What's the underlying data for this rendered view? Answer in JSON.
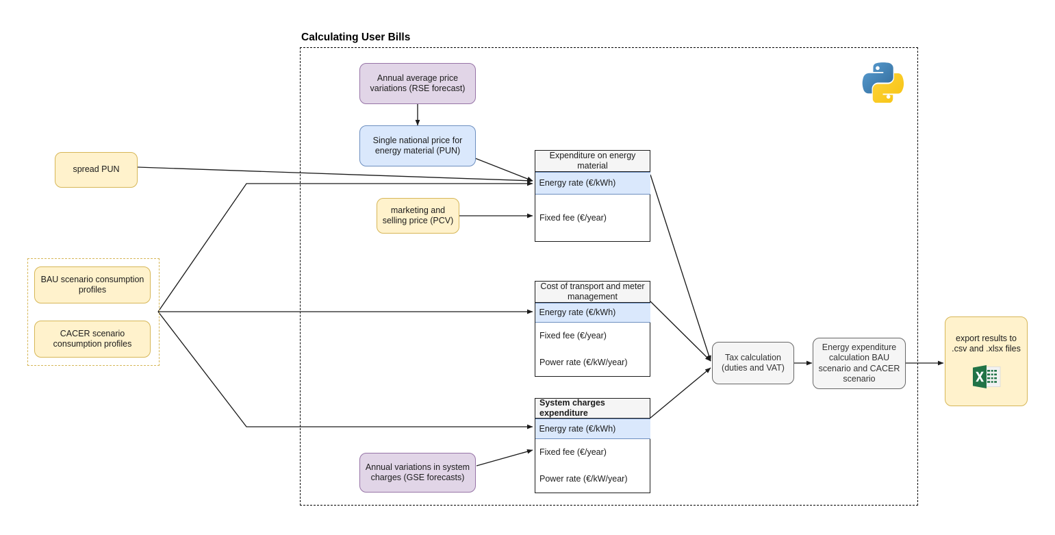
{
  "diagram": {
    "title": "Calculating User Bills",
    "colors": {
      "yellow_fill": "#fff2cc",
      "yellow_stroke": "#d6b656",
      "purple_fill": "#e1d5e7",
      "purple_stroke": "#9673a6",
      "blue_fill": "#dae8fc",
      "blue_stroke": "#6c8ebf",
      "grey_fill": "#f5f5f5",
      "grey_stroke": "#666666",
      "edge": "#1b1b1b",
      "python_blue": "#3c78a9",
      "python_yellow": "#ffd champion43"
    }
  },
  "inputs": {
    "spread_pun": "spread PUN",
    "bau_profiles": "BAU scenario consumption profiles",
    "cacer_profiles": "CACER scenario consumption profiles",
    "pcv": "marketing and selling price (PCV)"
  },
  "forecasts": {
    "rse": "Annual average price variations (RSE forecast)",
    "gse": "Annual variations in system charges (GSE forecasts)"
  },
  "pun_box": "Single national price for energy material (PUN)",
  "tables": [
    {
      "name": "expenditure-energy-material",
      "header": "Expenditure on energy material",
      "header_align": "center",
      "rows": [
        {
          "label": "Energy rate (€/kWh)",
          "highlight": true
        },
        {
          "label": "Fixed fee (€/year)",
          "highlight": false
        }
      ]
    },
    {
      "name": "cost-transport-meter",
      "header": "Cost of transport and meter management",
      "header_align": "center",
      "rows": [
        {
          "label": "Energy rate (€/kWh)",
          "highlight": true
        },
        {
          "label": "Fixed fee (€/year)",
          "highlight": false
        },
        {
          "label": "Power rate (€/kW/year)",
          "highlight": false
        }
      ]
    },
    {
      "name": "system-charges-expenditure",
      "header": "System charges expenditure",
      "header_align": "left",
      "rows": [
        {
          "label": "Energy rate (€/kWh)",
          "highlight": true
        },
        {
          "label": "Fixed fee (€/year)",
          "highlight": false
        },
        {
          "label": "Power rate (€/kW/year)",
          "highlight": false
        }
      ]
    }
  ],
  "process": {
    "tax": "Tax calculation (duties and VAT)",
    "energy_expenditure": "Energy expenditure calculation BAU scenario and CACER scenario",
    "export": "export results to .csv and .xlsx files"
  },
  "icons": {
    "python": "python-logo",
    "excel": "excel-logo"
  }
}
